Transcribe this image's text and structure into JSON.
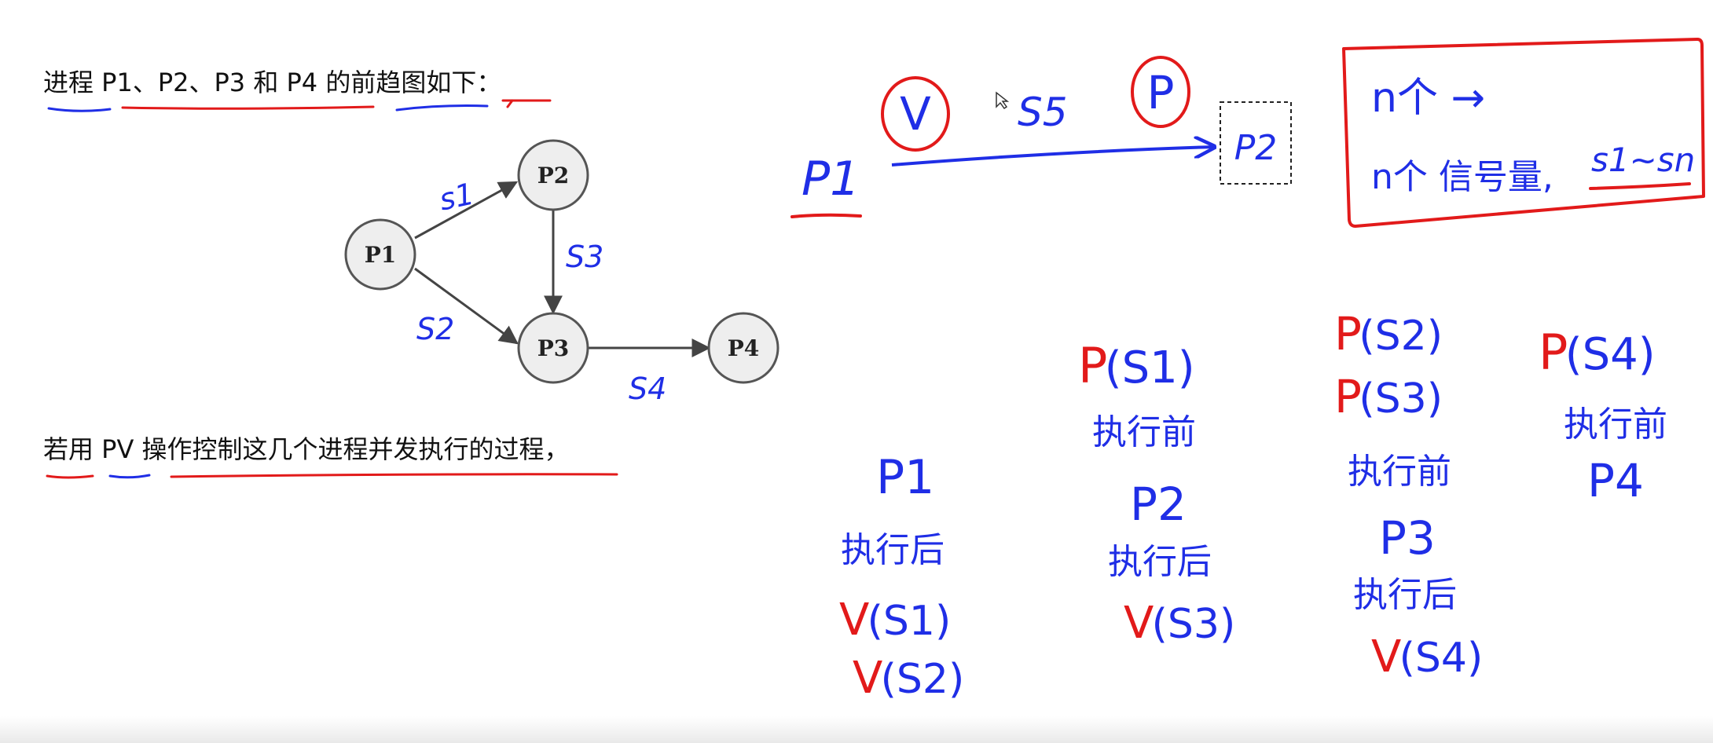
{
  "slide": {
    "title_text": "进程 P1、P2、P3 和 P4 的前趋图如下：",
    "question_text": "若用 PV 操作控制这几个进程并发执行的过程，"
  },
  "graph": {
    "nodes": [
      "P1",
      "P2",
      "P3",
      "P4"
    ],
    "edge_labels": {
      "p1_p2": "s1",
      "p1_p3": "S2",
      "p2_p3": "S3",
      "p3_p4": "S4"
    }
  },
  "annotations": {
    "example": {
      "process": "P1",
      "v_mark": "V",
      "signal": "S5",
      "p_mark": "P",
      "target": "P2"
    },
    "note_box": {
      "line1": "n个 →",
      "line2_prefix": "n个 信号量,",
      "line2_range": "s1~sn"
    },
    "columns": {
      "p1": {
        "process": "P1",
        "after": "执行后",
        "ops_after": [
          "V(S1)",
          "V(S2)"
        ]
      },
      "p2": {
        "ops_before": [
          "P(S1)"
        ],
        "before": "执行前",
        "process": "P2",
        "after": "执行后",
        "ops_after": [
          "V(S3)"
        ]
      },
      "p3": {
        "ops_before": [
          "P(S2)",
          "P(S3)"
        ],
        "before": "执行前",
        "process": "P3",
        "after": "执行后",
        "ops_after": [
          "V(S4)"
        ]
      },
      "p4": {
        "ops_before": [
          "P(S4)"
        ],
        "before": "执行前",
        "process": "P4"
      }
    }
  },
  "colors": {
    "ink_blue": "#1f2ee6",
    "ink_red": "#e21a1a",
    "text": "#111111",
    "node_fill": "#eeeeee",
    "node_stroke": "#555555"
  }
}
